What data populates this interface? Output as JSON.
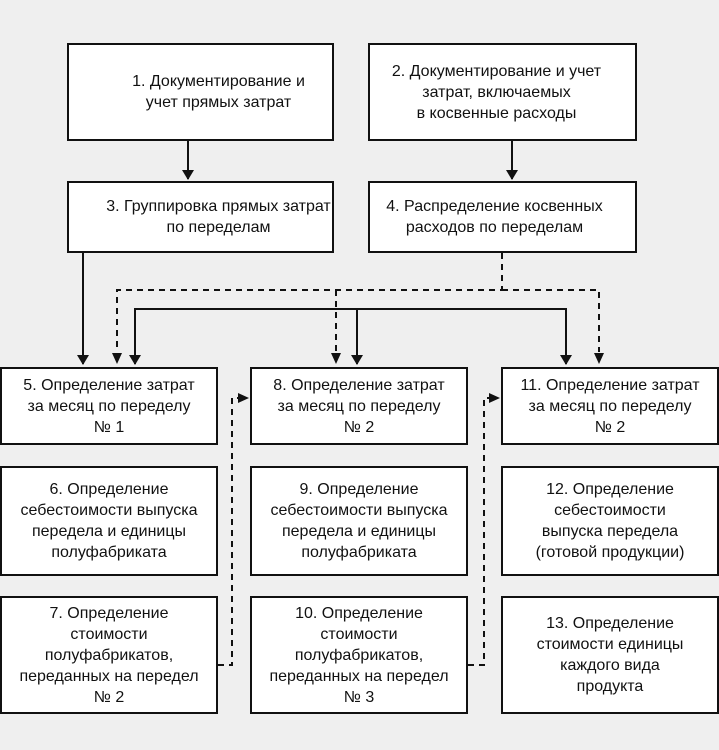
{
  "boxes": {
    "b1": "1. Документирование и\nучет прямых затрат",
    "b2": "2. Документирование и учет\nзатрат, включаемых\nв косвенные расходы",
    "b3": "3. Группировка прямых затрат\nпо переделам",
    "b4": "4. Распределение косвенных\nрасходов по переделам",
    "b5": "5. Определение затрат\nза месяц по переделу\n№ 1",
    "b6": "6. Определение\nсебестоимости выпуска\nпередела и единицы\nполуфабриката",
    "b7": "7. Определение\nстоимости\nполуфабрикатов,\nпереданных на передел\n№ 2",
    "b8": "8. Определение затрат\nза месяц по переделу\n№ 2",
    "b9": "9. Определение\nсебестоимости выпуска\nпередела и единицы\nполуфабриката",
    "b10": "10. Определение\nстоимости\nполуфабрикатов,\nпереданных на передел\n№ 3",
    "b11": "11. Определение затрат\nза месяц по переделу\n№ 2",
    "b12": "12. Определение\nсебестоимости\nвыпуска передела\n(готовой продукции)",
    "b13": "13. Определение\nстоимости единицы\nкаждого вида\nпродукта"
  },
  "colors": {
    "background": "#efefef",
    "box_fill": "#ffffff",
    "stroke": "#111111"
  }
}
